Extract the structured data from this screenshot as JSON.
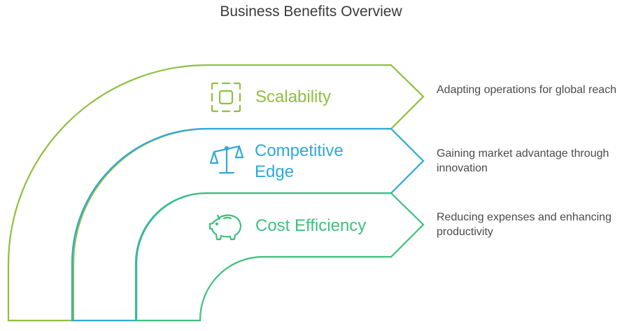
{
  "title": "Business Benefits Overview",
  "colors": {
    "scalability": "#8fbf3f",
    "competitive_edge": "#2fa9d6",
    "cost_efficiency": "#3ebf7f",
    "description_text": "#4a4a4a",
    "title_text": "#3a3a3a"
  },
  "items": [
    {
      "label": "Scalability",
      "description": "Adapting operations for global reach",
      "icon": "frame-square-icon"
    },
    {
      "label": "Competitive Edge",
      "description": "Gaining market advantage through innovation",
      "icon": "balance-scale-icon"
    },
    {
      "label": "Cost Efficiency",
      "description": "Reducing expenses and enhancing productivity",
      "icon": "piggy-bank-icon"
    }
  ]
}
